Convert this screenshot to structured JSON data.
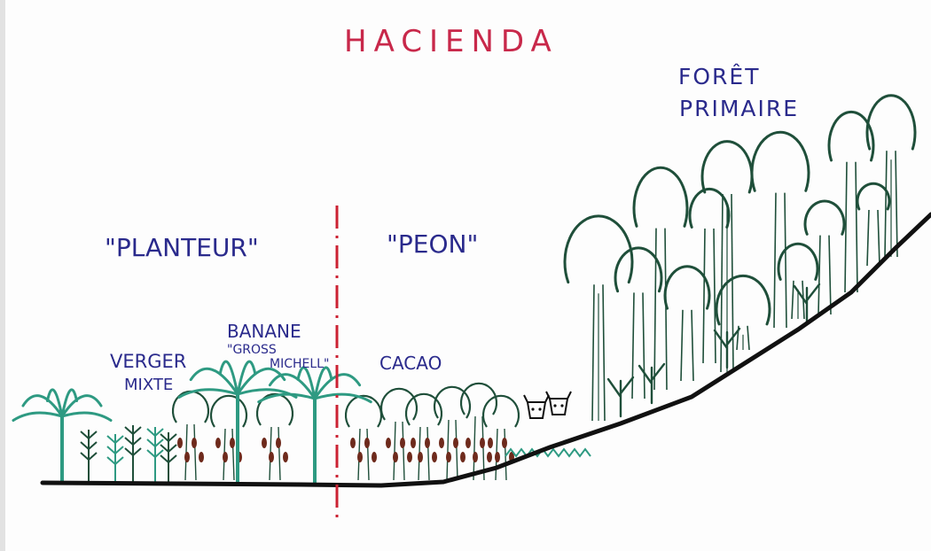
{
  "title": "HACIENDA",
  "zones": {
    "planteur": "\"PLANTEUR\"",
    "peon": "\"PEON\""
  },
  "labels": {
    "foret_line1": "FORÊT",
    "foret_line2": "PRIMAIRE",
    "verger_line1": "VERGER",
    "verger_line2": "MIXTE",
    "banane_line1": "BANANE",
    "banane_line2": "\"GROSS",
    "banane_line3": "MICHELL\"",
    "cacao": "CACAO"
  },
  "colors": {
    "title": "#c8284a",
    "label_ink": "#2a2a8c",
    "tree_ink": "#1f4f3a",
    "palm_ink": "#2e9a82",
    "cacao_pod": "#6e2a1c",
    "ground": "#111111",
    "divider": "#cc2233"
  }
}
